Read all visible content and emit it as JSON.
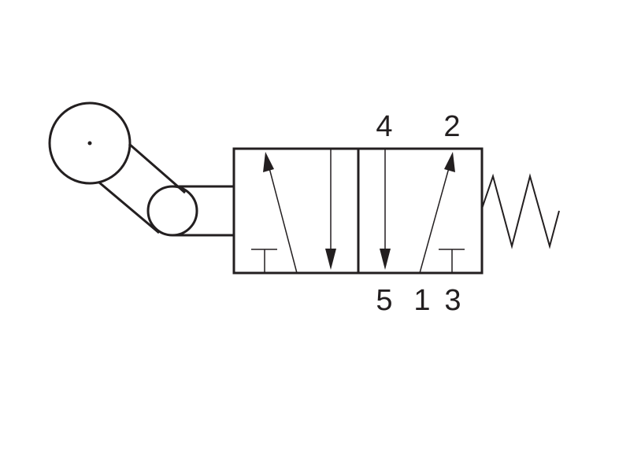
{
  "ports": {
    "port_4": "4",
    "port_2": "2",
    "port_5": "5",
    "port_1": "1",
    "port_3": "3"
  },
  "colors": {
    "line": "#231f20",
    "background": "#ffffff"
  }
}
